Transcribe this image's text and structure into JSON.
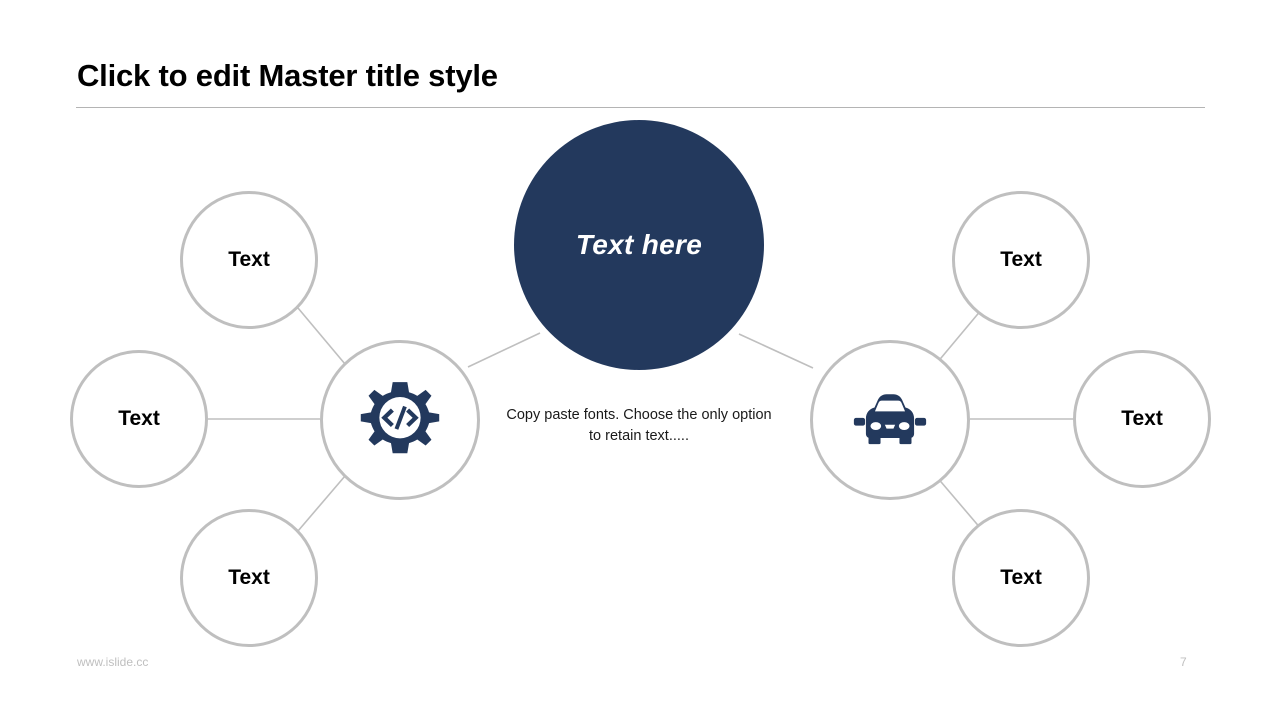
{
  "slide": {
    "title": "Click to edit Master title style",
    "background_color": "#ffffff",
    "accent_color": "#23395d",
    "outline_color": "#bfbfbf"
  },
  "diagram": {
    "center_node": {
      "label": "Text here",
      "fill_color": "#23395d",
      "text_color": "#ffffff"
    },
    "caption": "Copy paste fonts. Choose the only option to retain text.....",
    "hubs": [
      {
        "icon": "gear-code-icon",
        "side": "left",
        "icon_color": "#23395d"
      },
      {
        "icon": "car-icon",
        "side": "right",
        "icon_color": "#23395d"
      }
    ],
    "satellites": [
      {
        "label": "Text",
        "position": "top-left"
      },
      {
        "label": "Text",
        "position": "middle-left"
      },
      {
        "label": "Text",
        "position": "bottom-left"
      },
      {
        "label": "Text",
        "position": "top-right"
      },
      {
        "label": "Text",
        "position": "middle-right"
      },
      {
        "label": "Text",
        "position": "bottom-right"
      }
    ]
  },
  "footer": {
    "url": "www.islide.cc",
    "page_number": "7"
  }
}
